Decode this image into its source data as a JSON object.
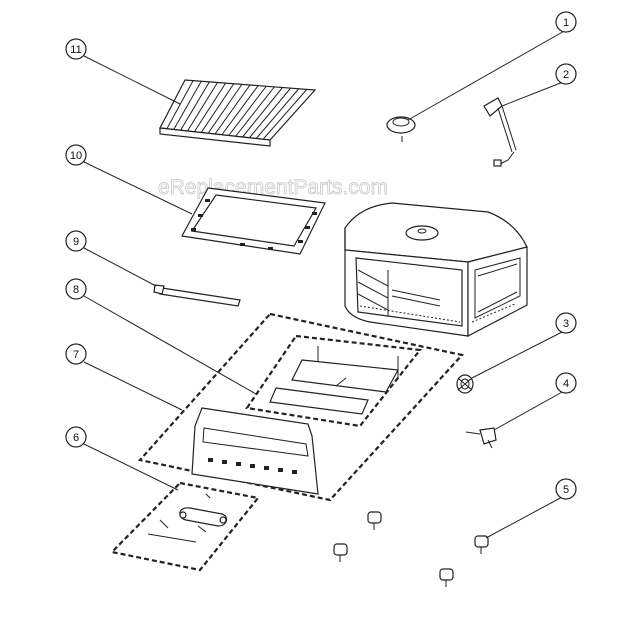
{
  "watermark": "eReplacementParts.com",
  "callouts": [
    {
      "label": "1"
    },
    {
      "label": "2"
    },
    {
      "label": "3"
    },
    {
      "label": "4"
    },
    {
      "label": "5"
    },
    {
      "label": "6"
    },
    {
      "label": "7"
    },
    {
      "label": "8"
    },
    {
      "label": "9"
    },
    {
      "label": "10"
    },
    {
      "label": "11"
    }
  ]
}
